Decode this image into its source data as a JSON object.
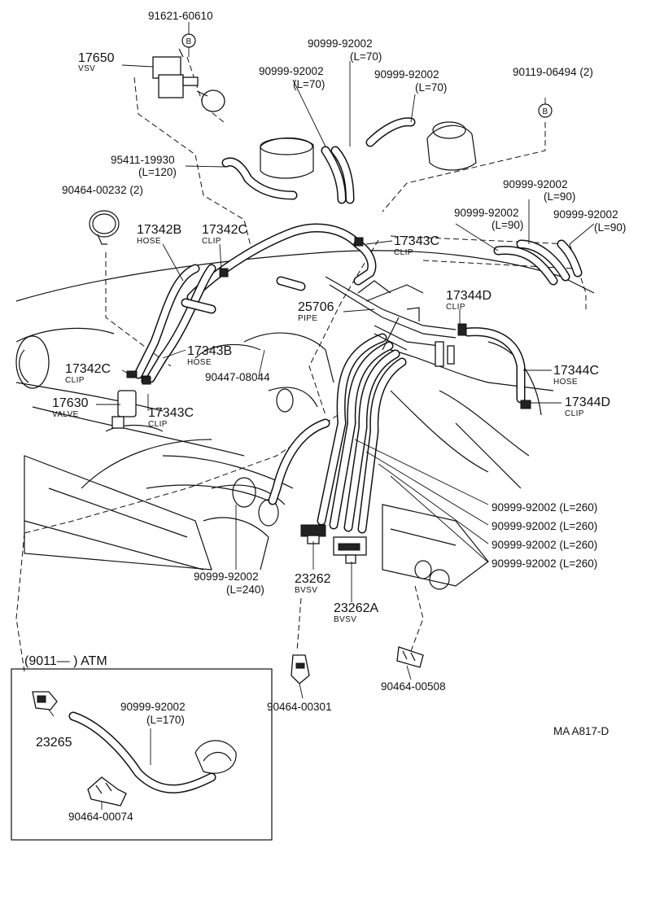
{
  "labels": {
    "p91621": "91621-60610",
    "b_top": "B",
    "p17650": "17650",
    "vsv": "VSV",
    "p90999_a": "90999-92002",
    "l70_a": "(L=70)",
    "p90999_b": "90999-92002",
    "l70_b": "(L=70)",
    "p90999_c": "90999-92002",
    "l70_c": "(L=70)",
    "p90119": "90119-06494 (2)",
    "b_right": "B",
    "p95411": "95411-19930",
    "l120": "(L=120)",
    "p90464_232": "90464-00232 (2)",
    "p90999_d": "90999-92002",
    "l90_d": "(L=90)",
    "p90999_e": "90999-92002",
    "l90_e": "(L=90)",
    "p90999_f": "90999-92002",
    "l90_f": "(L=90)",
    "p17342b": "17342B",
    "hose_b": "HOSE",
    "p17342c_top": "17342C",
    "clip_top": "CLIP",
    "p17343c_top": "17343C",
    "clip_17343c_top": "CLIP",
    "p17344d_top": "17344D",
    "clip_17344d_top": "CLIP",
    "p25706": "25706",
    "pipe": "PIPE",
    "p17342c_left": "17342C",
    "clip_left": "CLIP",
    "p17343b": "17343B",
    "hose_17343b": "HOSE",
    "p90447": "90447-08044",
    "p17344c": "17344C",
    "hose_17344c": "HOSE",
    "p17344d_right": "17344D",
    "clip_17344d_right": "CLIP",
    "p17630": "17630",
    "valve": "VALVE",
    "p17343c_bot": "17343C",
    "clip_17343c_bot": "CLIP",
    "p260_1": "90999-92002 (L=260)",
    "p260_2": "90999-92002 (L=260)",
    "p260_3": "90999-92002 (L=260)",
    "p260_4": "90999-92002 (L=260)",
    "p90999_240": "90999-92002",
    "l240": "(L=240)",
    "p23262": "23262",
    "bvsv_1": "BVSV",
    "p23262a": "23262A",
    "bvsv_2": "BVSV",
    "p90464_301": "90464-00301",
    "p90464_508": "90464-00508",
    "atm_header": "(9011—        ) ATM",
    "p23265": "23265",
    "p90999_170": "90999-92002",
    "l170": "(L=170)",
    "p90464_074": "90464-00074",
    "code": "MA A817-D"
  }
}
